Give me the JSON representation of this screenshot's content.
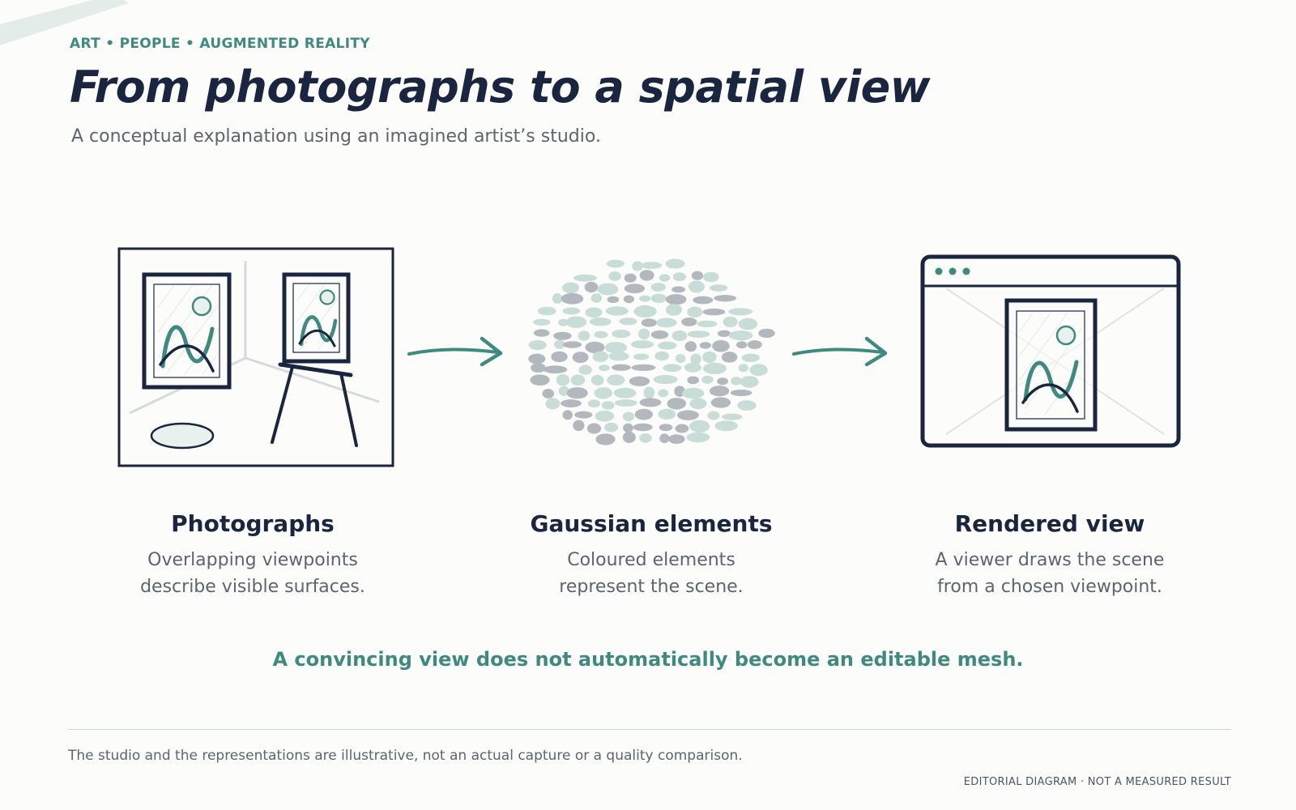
{
  "header": {
    "kicker": "ART • PEOPLE • AUGMENTED REALITY",
    "title": "From photographs to a spatial view",
    "subtitle": "A conceptual explanation using an imagined artist’s studio."
  },
  "stages": [
    {
      "title": "Photographs",
      "description": "Overlapping viewpoints describe visible surfaces."
    },
    {
      "title": "Gaussian elements",
      "description": "Coloured elements represent the scene."
    },
    {
      "title": "Rendered view",
      "description": "A viewer draws the scene from a chosen viewpoint."
    }
  ],
  "takeaway": "A convincing view does not automatically become an editable mesh.",
  "footer": {
    "note": "The studio and the representations are illustrative, not an actual capture or a quality comparison.",
    "credit": "EDITORIAL DIAGRAM · NOT A MEASURED RESULT"
  },
  "colors": {
    "ink": "#1a2540",
    "accent": "#3f8a80",
    "muted_text": "#5d6470",
    "mint": "#c8ddd7",
    "grey": "#b3b8bf",
    "background": "#fcfcfa"
  },
  "icons": {
    "studio": "studio-scene-icon",
    "cloud": "gaussian-cloud-icon",
    "viewer": "viewer-window-icon",
    "arrow": "arrow-right-icon"
  }
}
